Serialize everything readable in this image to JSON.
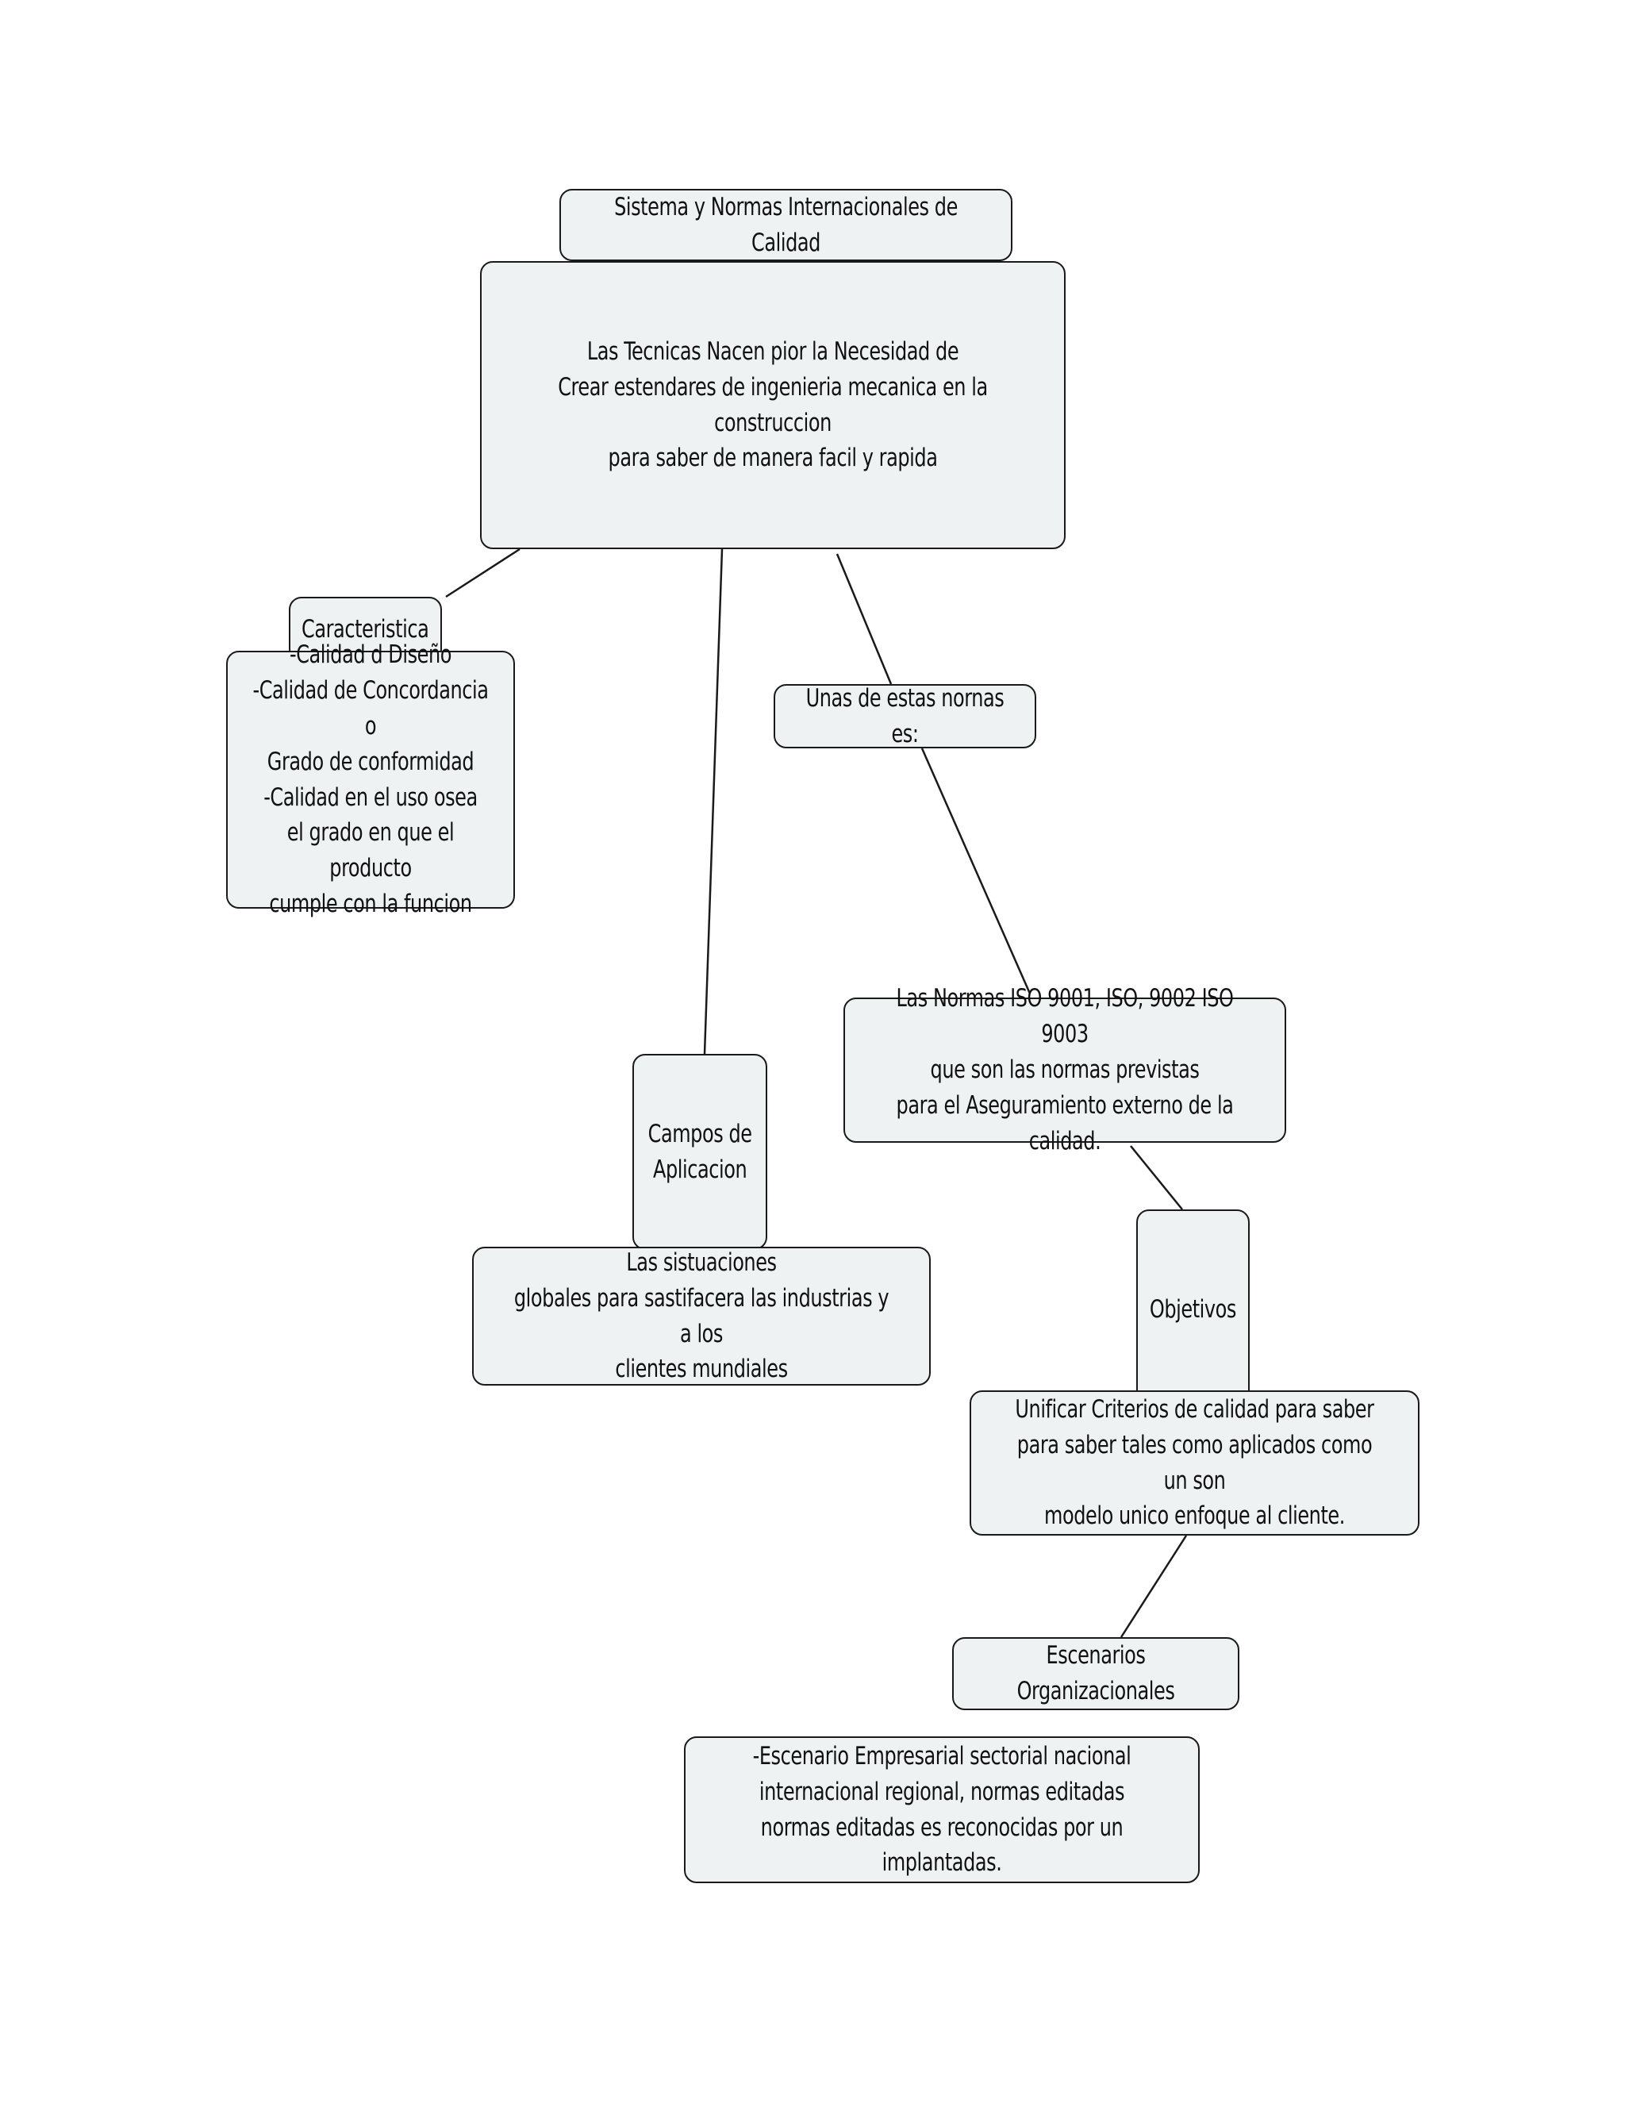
{
  "nodes": {
    "title": "Sistema y Normas Internacionales de Calidad",
    "origin": "Las Tecnicas Nacen pior la Necesidad de\nCrear estendares de ingenieria mecanica en la construccion\npara saber de manera facil y rapida",
    "caracteristica_label": "Caracteristica",
    "caracteristica_detail": "-Calidad d Diseño\n-Calidad de Concordancia o\nGrado de conformidad\n-Calidad en el uso osea\nel grado en que el producto\ncumple con la funcion",
    "normas_label": "Unas de estas nornas es:",
    "normas_iso": "Las Normas ISO 9001, ISO, 9002 ISO 9003\nque son las normas previstas\npara el Aseguramiento externo de la calidad.",
    "campos_label": "Campos de\nAplicacion",
    "campos_detail": "Las sistuaciones\nglobales para sastifacera las industrias y a los\nclientes mundiales",
    "objetivos_label": "Objetivos",
    "objetivos_detail": "Unificar Criterios de calidad para saber\npara saber tales como aplicados como un son\nmodelo unico enfoque al cliente.",
    "escenarios_label": "Escenarios Organizacionales",
    "escenarios_detail": "-Escenario Empresarial sectorial nacional\ninternacional regional, normas editadas\nnormas editadas es reconocidas por un implantadas."
  },
  "colors": {
    "node_fill": "#eef2f2",
    "node_border": "#1a1a1a",
    "connector": "#1a1a1a"
  }
}
